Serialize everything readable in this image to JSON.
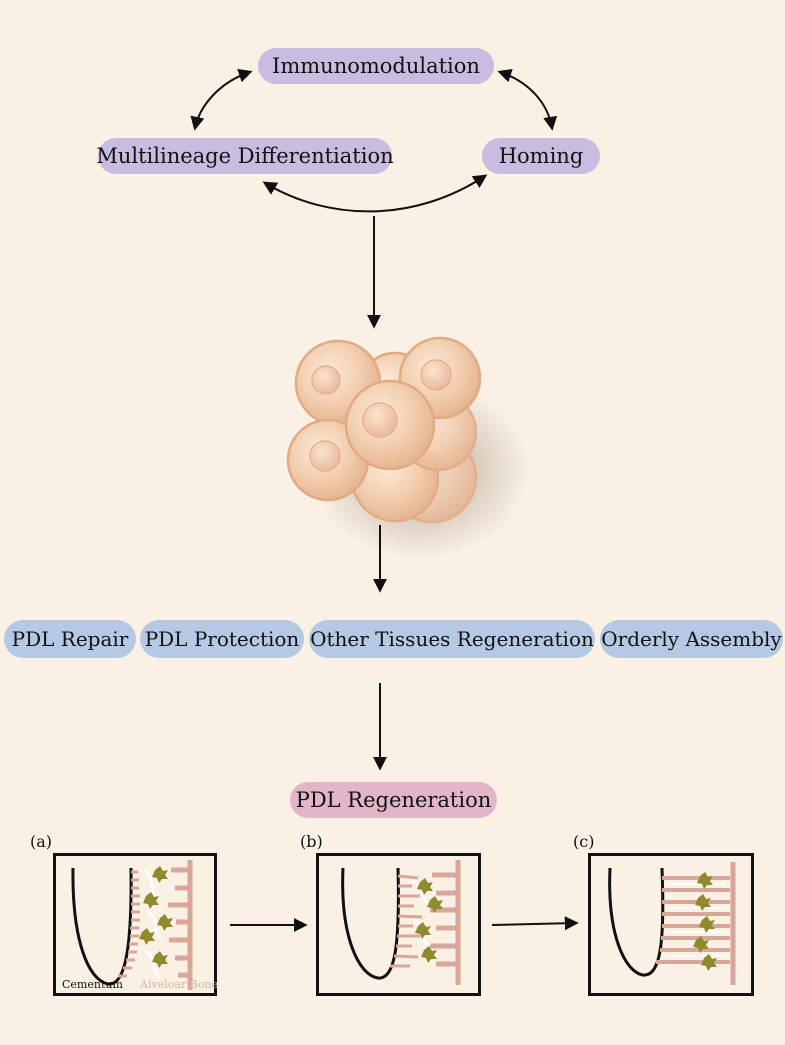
{
  "top_cycle": {
    "immunomodulation": "Immunomodulation",
    "multilineage": "Multilineage Differentiation",
    "homing": "Homing"
  },
  "effects": {
    "pdl_repair": "PDL Repair",
    "pdl_protection": "PDL Protection",
    "other_tissues": "Other Tissues Regeneration",
    "orderly_assembly": "Orderly Assembly"
  },
  "outcome": {
    "label": "PDL Regeneration"
  },
  "panels": {
    "a": {
      "label": "(a)",
      "cementum": "Cementum",
      "bone": "Alveloar Bone"
    },
    "b": {
      "label": "(b)"
    },
    "c": {
      "label": "(c)"
    }
  },
  "colors": {
    "background": "#fbf0e4",
    "purple_pill": "#c8bde0",
    "blue_pill": "#b5c9e5",
    "pink_pill": "#e2b6c8",
    "fiber": "#d9a79a",
    "cell_green": "#8f8a2e",
    "cell_sphere": "#f0c9a7"
  },
  "icons": [
    "cell-cluster-icon",
    "cementum-curve-icon",
    "pdl-fiber-icon",
    "bone-trabecula-icon",
    "fibroblast-icon"
  ]
}
